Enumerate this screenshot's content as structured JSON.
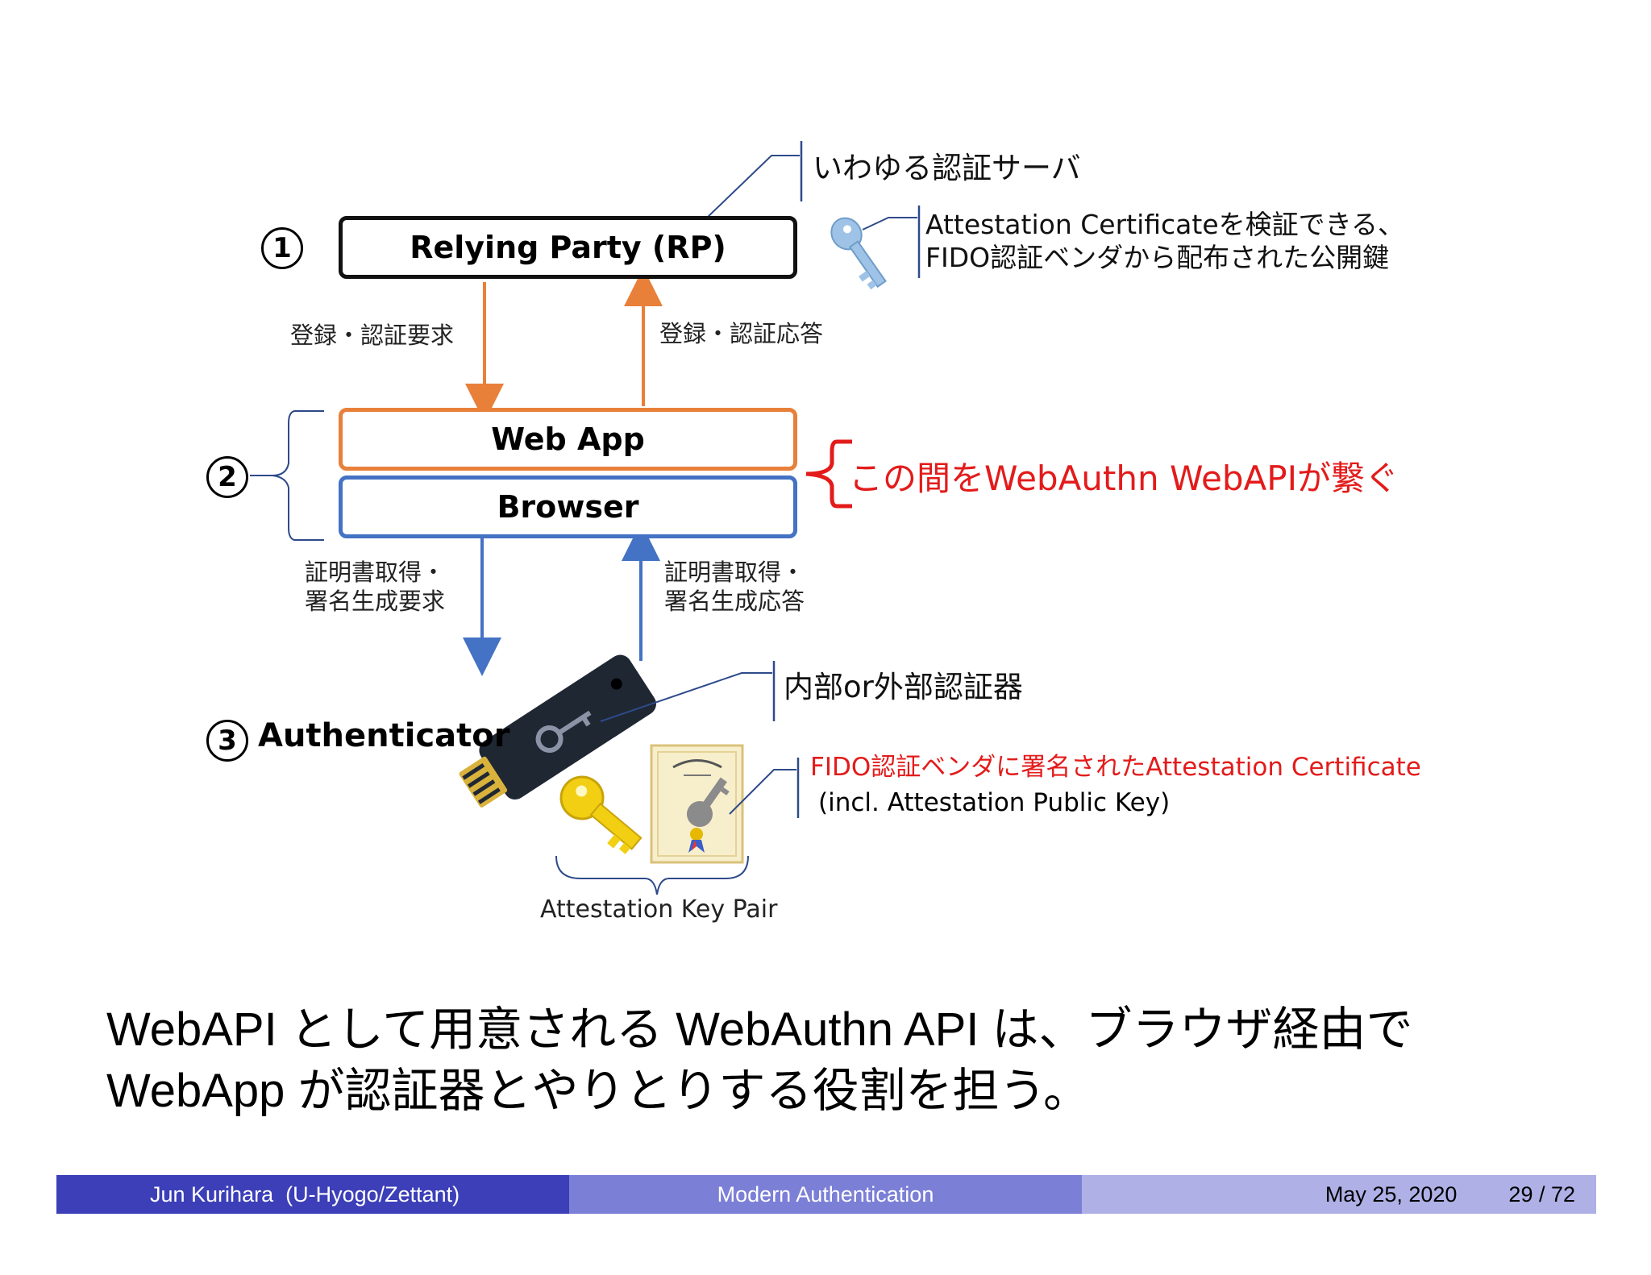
{
  "diagram": {
    "rp_box": "Relying Party (RP)",
    "webapp_box": "Web App",
    "browser_box": "Browser",
    "num1": "1",
    "num2": "2",
    "num3": "3",
    "authenticator_label": "Authenticator",
    "note_server": "いわゆる認証サーバ",
    "note_public_key_line1": "Attestation Certificateを検証できる、",
    "note_public_key_line2": "FIDO認証ベンダから配布された公開鍵",
    "arrow_request": "登録・認証要求",
    "arrow_response": "登録・認証応答",
    "webauthn_note": "この間をWebAuthn WebAPIが繋ぐ",
    "cert_request_line1": "証明書取得・",
    "cert_request_line2": "署名生成要求",
    "cert_response_line1": "証明書取得・",
    "cert_response_line2": "署名生成応答",
    "note_authenticator": "内部or外部認証器",
    "note_cert_line1": "FIDO認証ベンダに署名されたAttestation Certificate",
    "note_cert_line2": "(incl. Attestation Public Key)",
    "key_pair_label": "Attestation Key Pair"
  },
  "body_text": {
    "line1": "WebAPI として用意される WebAuthn API は、ブラウザ経由で",
    "line2": "WebApp が認証器とやりとりする役割を担う。"
  },
  "footer": {
    "author": "Jun Kurihara  (U-Hyogo/Zettant)",
    "title": "Modern Authentication",
    "date": "May 25, 2020",
    "page": "29 / 72"
  },
  "colors": {
    "orange": "#e8803a",
    "blue": "#4472c4",
    "red": "#e31b1b",
    "navy": "#2e4a8a",
    "footer_dark": "#3c3fb8",
    "footer_mid": "#7b7fd6",
    "footer_light": "#aeb0e6"
  }
}
